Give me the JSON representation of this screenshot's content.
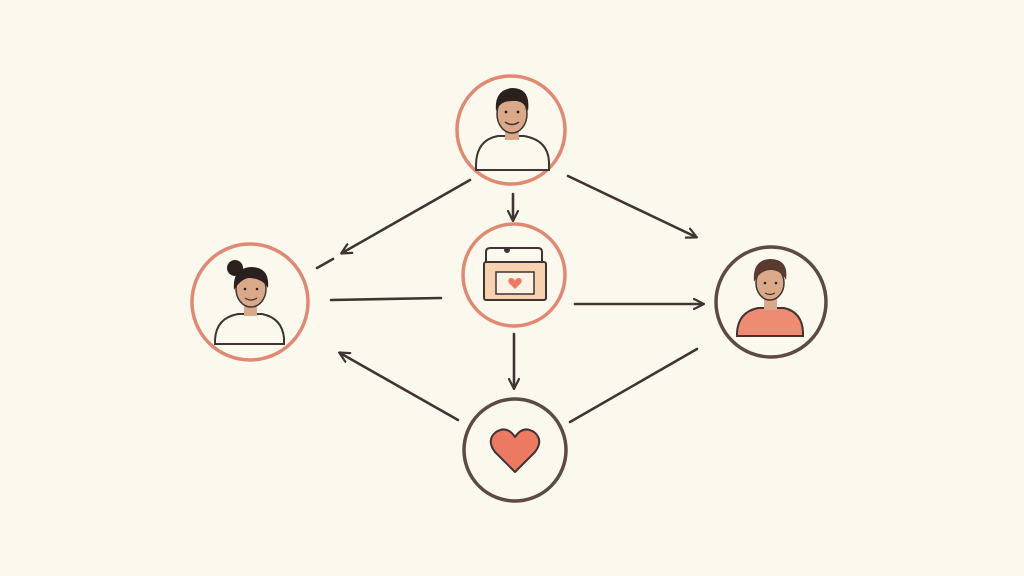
{
  "diagram": {
    "nodes": [
      {
        "id": "person-top",
        "icon": "person-icon",
        "ring_color": "#e08872"
      },
      {
        "id": "person-left",
        "icon": "person-bun-icon",
        "ring_color": "#e08872"
      },
      {
        "id": "folder-center",
        "icon": "folder-heart-icon",
        "ring_color": "#e08872"
      },
      {
        "id": "person-right",
        "icon": "person-icon",
        "ring_color": "#5b4a46"
      },
      {
        "id": "heart-bottom",
        "icon": "heart-icon",
        "ring_color": "#5b4a46"
      }
    ],
    "edges": [
      {
        "from": "person-top",
        "to": "person-left",
        "directed": true
      },
      {
        "from": "person-top",
        "to": "folder-center",
        "directed": true
      },
      {
        "from": "person-top",
        "to": "person-right",
        "directed": true
      },
      {
        "from": "person-left",
        "to": "folder-center",
        "directed": false
      },
      {
        "from": "folder-center",
        "to": "person-right",
        "directed": true
      },
      {
        "from": "folder-center",
        "to": "heart-bottom",
        "directed": true
      },
      {
        "from": "heart-bottom",
        "to": "person-left",
        "directed": true
      },
      {
        "from": "person-right",
        "to": "heart-bottom",
        "directed": false
      }
    ],
    "colors": {
      "background": "#fbf9ee",
      "accent_ring": "#e08872",
      "dark_ring": "#5b4a46",
      "arrow": "#3f3431",
      "skin": "#d9a98a",
      "hair": "#2a201d",
      "shirt_accent": "#ee8b73",
      "heart": "#ec7a63",
      "folder": "#f6d2b0"
    }
  }
}
